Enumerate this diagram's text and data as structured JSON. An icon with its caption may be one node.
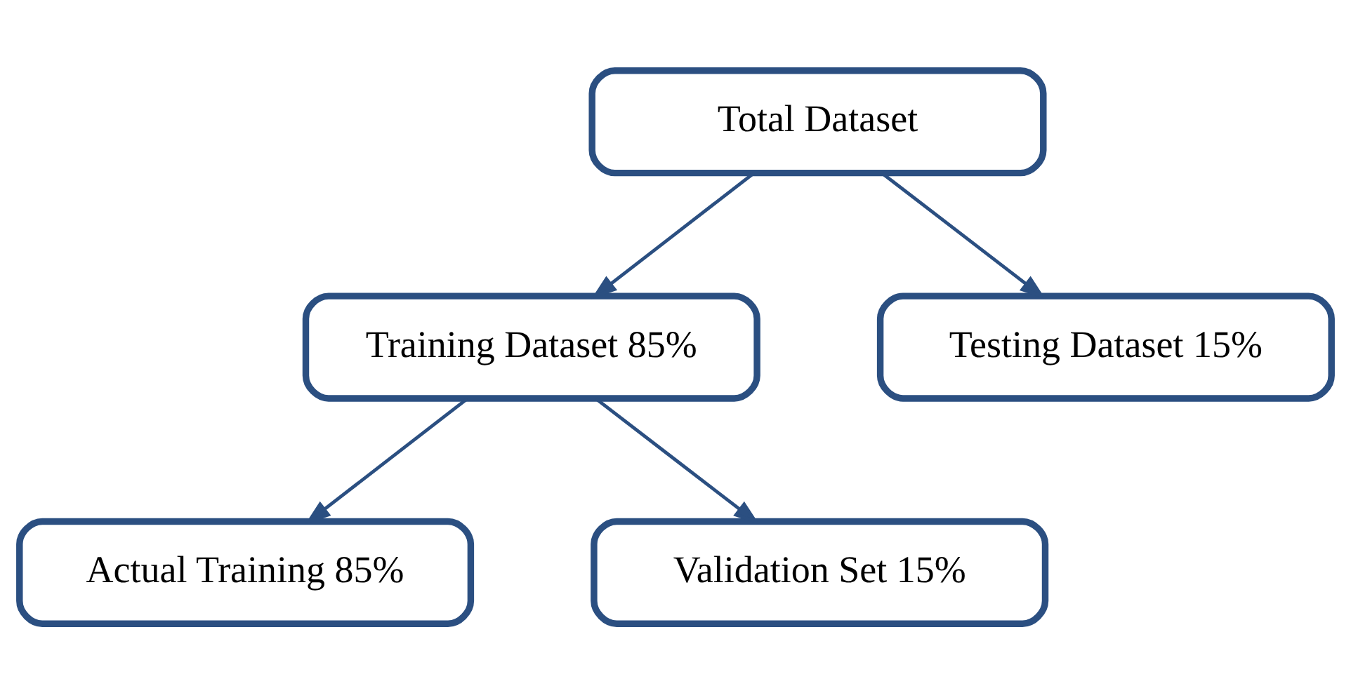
{
  "diagram": {
    "nodes": [
      {
        "text": [
          "Total Dataset"
        ]
      },
      {
        "text": [
          "Training Dataset 85%"
        ]
      },
      {
        "text": [
          "Testing Dataset 15%"
        ]
      },
      {
        "text": [
          "Actual Training 85%"
        ]
      },
      {
        "text": [
          "Validation Set 15%"
        ]
      }
    ],
    "edges": [
      {
        "from": 0,
        "to": 1,
        "arrow": "to"
      },
      {
        "from": 0,
        "to": 2,
        "arrow": "to"
      },
      {
        "from": 1,
        "to": 3,
        "arrow": "to"
      },
      {
        "from": 1,
        "to": 4,
        "arrow": "to"
      }
    ]
  }
}
